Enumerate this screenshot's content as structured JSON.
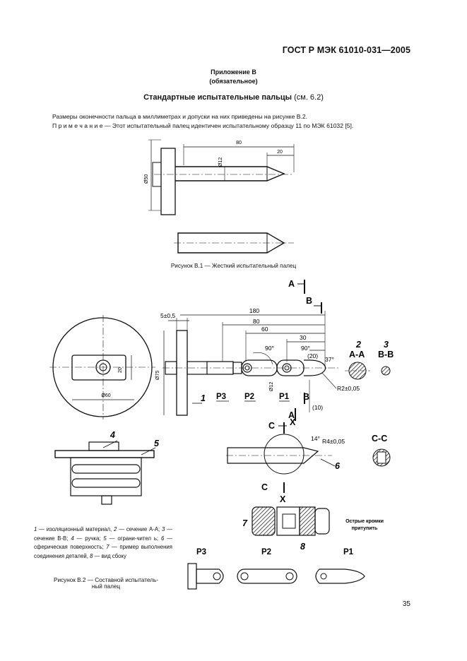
{
  "header": {
    "standard": "ГОСТ Р МЭК 61010-031—2005"
  },
  "annex": {
    "title": "Приложение В",
    "status": "(обязательное)"
  },
  "section": {
    "title": "Стандартные испытательные пальцы",
    "ref": " (см. 6.2)"
  },
  "text": {
    "intro": "Размеры оконечности пальца в миллиметрах и допуски на них приведены на рисунке В.2.",
    "note": "П р и м е ч а н и е — Этот испытательный палец идентичен испытательному образцу 11 по МЭК 61032 [5]."
  },
  "figure1": {
    "caption": "Рисунок В.1 — Жесткий испытательный палец",
    "dims": {
      "d80": "80",
      "d20": "20",
      "d12": "Ø12",
      "d50": "Ø50"
    }
  },
  "figure2": {
    "caption_line1": "Рисунок В.2 — Составной испытатель-",
    "caption_line2": "ный палец",
    "legend": {
      "n1": "1",
      "t1": " — изоляционный материал, ",
      "n2": "2",
      "t2": " — сечение А-А; ",
      "n3": "3",
      "t3": " — сечение В-В; ",
      "n4": "4",
      "t4": " — ручка; ",
      "n5": "5",
      "t5": " — ограни-чител ь; ",
      "n6": "6",
      "t6": " — сферическая поверхность; ",
      "n7": "7",
      "t7": " — пример выполнения соединения деталей, ",
      "n8": "8",
      "t8": " — вид сбоку"
    },
    "dims": {
      "d180": "180",
      "d80": "80",
      "d60": "60",
      "d30": "30",
      "d20p": "(20)",
      "d10p": "(10)",
      "d5": "5±0,5",
      "d75": "Ø75",
      "d12": "Ø12",
      "d20": "20",
      "d60b": "Ø60",
      "a90a": "90°",
      "a90b": "90°",
      "a37": "37°",
      "a14": "14°",
      "r2": "R2±0,05",
      "r4": "R4±0,05"
    },
    "labels": {
      "A": "A",
      "B": "B",
      "C": "C",
      "X": "X",
      "P1": "P1",
      "P2": "P2",
      "P3": "P3",
      "n1": "1",
      "n2": "2",
      "n3": "3",
      "n4": "4",
      "n5": "5",
      "n6": "6",
      "n7": "7",
      "n8": "8",
      "AA": "A-A",
      "BB": "B-B",
      "CC": "C-C",
      "sharp_edges_1": "Острые кромки",
      "sharp_edges_2": "притупить"
    }
  },
  "footer": {
    "page": "35"
  }
}
